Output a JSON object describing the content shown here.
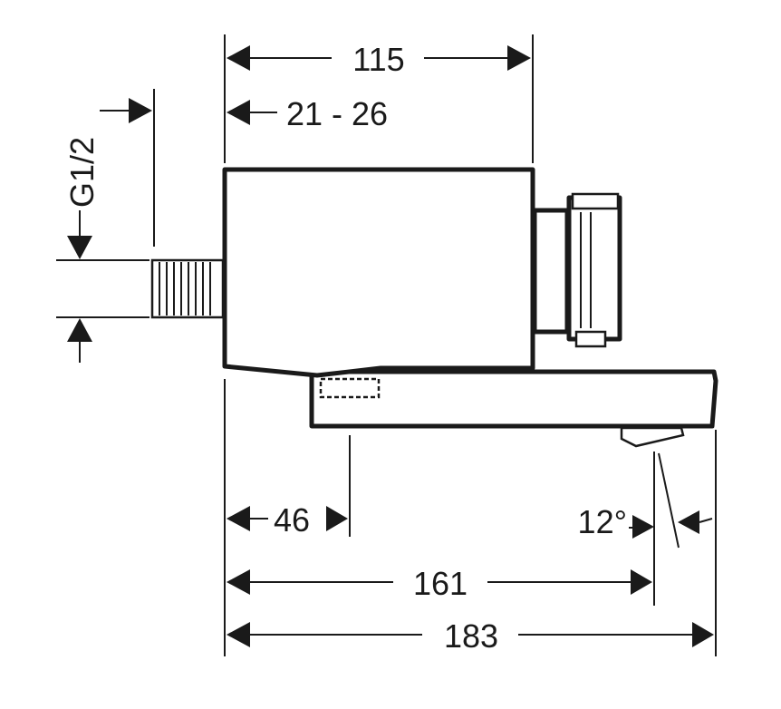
{
  "dimensions": {
    "width_total": "115",
    "offset_range": "21 - 26",
    "thread": "G1/2",
    "spout_offset": "46",
    "angle": "12°",
    "spout_reach": "161",
    "overall_length": "183"
  },
  "colors": {
    "line": "#1a1a1a",
    "background": "#ffffff"
  }
}
